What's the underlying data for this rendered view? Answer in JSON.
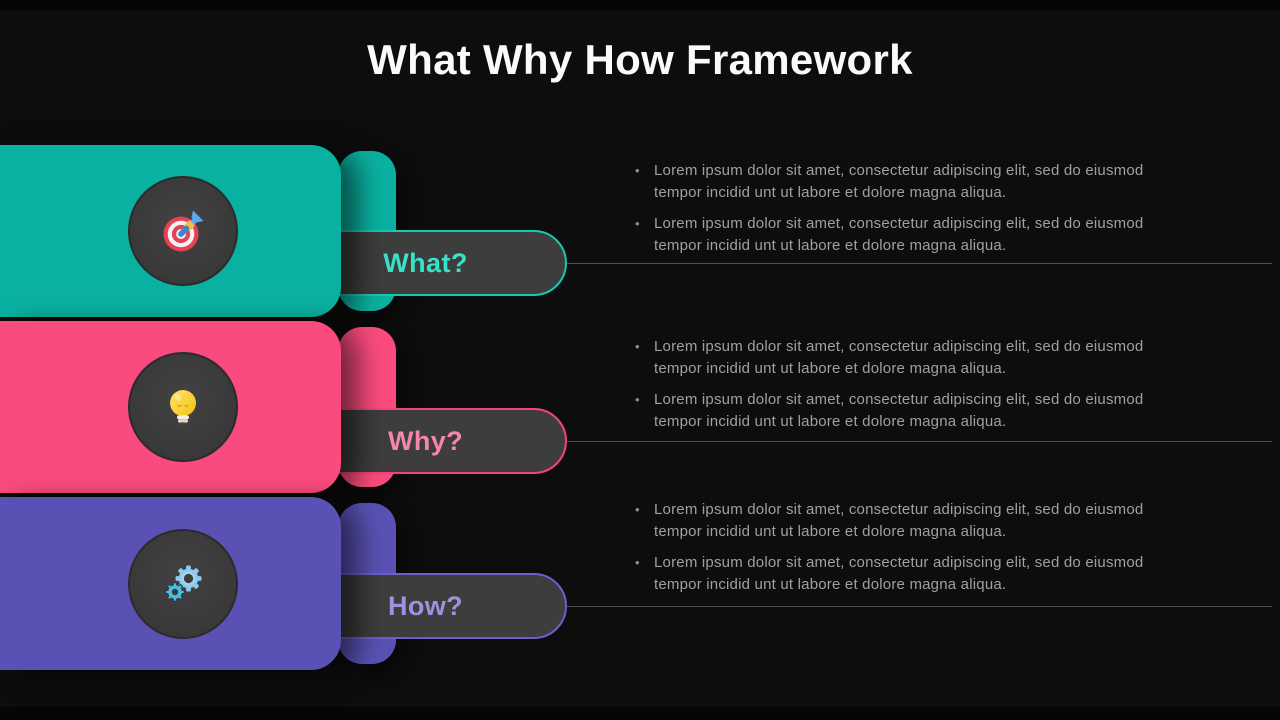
{
  "slide": {
    "title": "What Why How Framework",
    "background_color": "#0d0d0d",
    "frame_bar_color": "#050505",
    "connector_line_color": "#4e4e4e",
    "pill_background_color": "#3d3d3d",
    "icon_circle_color": "#3a3a3a",
    "body_text_color": "#a0a0a0"
  },
  "rows": [
    {
      "label": "What?",
      "icon": "target-icon",
      "color": "#0ab1a0",
      "label_color": "#38e2c6",
      "border_color": "#17c9b1",
      "bullets": [
        "Lorem ipsum dolor sit amet, consectetur adipiscing elit, sed do eiusmod tempor incidid unt ut labore et dolore magna aliqua.",
        "Lorem ipsum dolor sit amet, consectetur adipiscing elit, sed do eiusmod tempor incidid unt ut labore et dolore magna aliqua."
      ]
    },
    {
      "label": "Why?",
      "icon": "lightbulb-icon",
      "color": "#fa4b7e",
      "label_color": "#f585ac",
      "border_color": "#f4437b",
      "bullets": [
        "Lorem ipsum dolor sit amet, consectetur adipiscing elit, sed do eiusmod tempor incidid unt ut labore et dolore magna aliqua.",
        "Lorem ipsum dolor sit amet, consectetur adipiscing elit, sed do eiusmod tempor incidid unt ut labore et dolore magna aliqua."
      ]
    },
    {
      "label": "How?",
      "icon": "gears-icon",
      "color": "#5952b4",
      "label_color": "#9d92de",
      "border_color": "#6a5ed2",
      "bullets": [
        "Lorem ipsum dolor sit amet, consectetur adipiscing elit, sed do eiusmod tempor incidid unt ut labore et dolore magna aliqua.",
        "Lorem ipsum dolor sit amet, consectetur adipiscing elit, sed do eiusmod tempor incidid unt ut labore et dolore magna aliqua."
      ]
    }
  ]
}
